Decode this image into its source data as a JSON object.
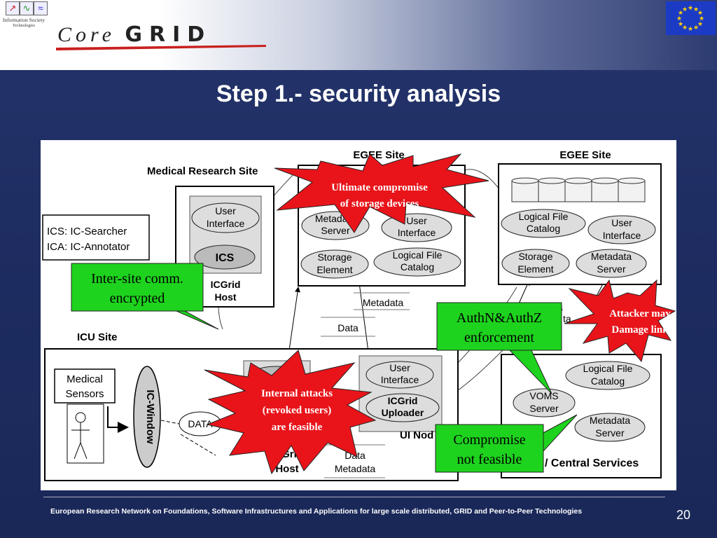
{
  "header": {
    "ist_caption_line1": "Information Society",
    "ist_caption_line2": "Technologies",
    "logo_text_core": "Core",
    "logo_text_grid": "GRID"
  },
  "slide": {
    "title": "Step 1.- security analysis",
    "footer": "European Research Network on Foundations, Software Infrastructures and Applications for large scale distributed, GRID and Peer-to-Peer Technologies",
    "page_number": "20"
  },
  "diagram": {
    "medical_site_label": "Medical Research Site",
    "egee_site_1": "EGEE Site",
    "egee_site_2": "EGEE Site",
    "icu_site_label": "ICU Site",
    "central_label": "/ Central Services",
    "legend_line1": "ICS: IC-Searcher",
    "legend_line2": "ICA: IC-Annotator",
    "med_user_interface": [
      "User",
      "Interface"
    ],
    "med_ics": "ICS",
    "med_icgrid_host": [
      "ICGrid",
      "Host"
    ],
    "egee1_metadata": [
      "Metadata",
      "Server"
    ],
    "egee1_user_interface": [
      "User",
      "Interface"
    ],
    "egee1_storage": [
      "Storage",
      "Element"
    ],
    "egee1_lfc": [
      "Logical File",
      "Catalog"
    ],
    "egee2_lfc": [
      "Logical File",
      "Catalog"
    ],
    "egee2_user_interface": [
      "User",
      "Interface"
    ],
    "egee2_storage": [
      "Storage",
      "Element"
    ],
    "egee2_metadata": [
      "Metadata",
      "Server"
    ],
    "cs_lfc": [
      "Logical File",
      "Catalog"
    ],
    "cs_voms": [
      "VOMS",
      "Server"
    ],
    "cs_metadata": [
      "Metadata",
      "Server"
    ],
    "flow_metadata": "Metadata",
    "flow_data": "Data",
    "flow_data_right": "ta",
    "flow_metadata_right": "a",
    "icu_medical_sensors": [
      "Medical",
      "Sensors"
    ],
    "icu_ic_window": "IC-Window",
    "icu_data": "DATA",
    "icu_ics_partial": "S",
    "icu_icgrid_host": [
      "ICGrid",
      "Host"
    ],
    "icu_data_metadata": [
      "Data",
      "Metadata"
    ],
    "icu_user_interface": [
      "User",
      "Interface"
    ],
    "icu_uploader": [
      "ICGrid",
      "Uploader"
    ],
    "ui_node_label": "UI Nod"
  },
  "callouts": {
    "ultimate": [
      "Ultimate compromise",
      "of storage devices"
    ],
    "attacker": [
      "Attacker may",
      "Damage link"
    ],
    "internal": [
      "Internal attacks",
      "(revoked users)",
      "are feasible"
    ],
    "intersite": [
      "Inter-site comm.",
      "encrypted"
    ],
    "authn": [
      "AuthN&AuthZ",
      "enforcement"
    ],
    "compromise": [
      "Compromise",
      "not feasible"
    ]
  },
  "colors": {
    "star_red": "#e8141a",
    "callout_green": "#1ed31e",
    "slide_blue": "#1e2d62"
  }
}
